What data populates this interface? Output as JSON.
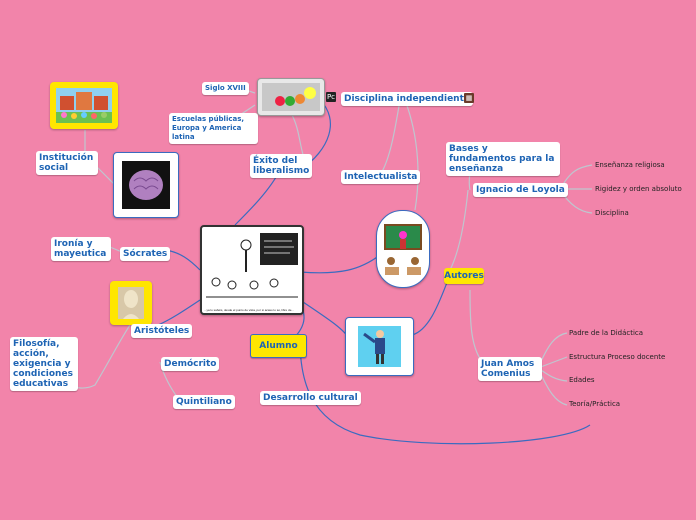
{
  "nodes": {
    "siglo": "Siglo XVIII",
    "escuelas": "Escuelas públicas, Europa y America latina",
    "exito": "Éxito del liberalismo",
    "disciplina_ind": "Disciplina independiente",
    "intelectualista": "Intelectualista",
    "institucion": "Institución social",
    "ironia": "Ironía y mayeutica",
    "socrates": "Sócrates",
    "aristoteles": "Aristóteles",
    "filosofia": "Filosofía, acción, exigencia y condiciones educativas",
    "democrito": "Demócrito",
    "quintiliano": "Quintiliano",
    "alumno": "Alumno",
    "desarrollo": "Desarrollo cultural",
    "autores": "Autores",
    "bases": "Bases y fundamentos para la enseñanza",
    "loyola": "Ignacio de Loyola",
    "comenius": "Juan Amos Comenius",
    "pc_badge": "Pc"
  },
  "leaves": {
    "loyola": [
      "Enseñanza religiosa",
      "Rigidez y orden absoluto",
      "Disciplina"
    ],
    "comenius": [
      "Padre de la Didáctica",
      "Estructura Proceso docente",
      "Edades",
      "Teoría/Práctica"
    ]
  },
  "cartoon_caption": "...ya lo sabéis, desde el punto de vista, por si acaso lo sé, libre de..."
}
